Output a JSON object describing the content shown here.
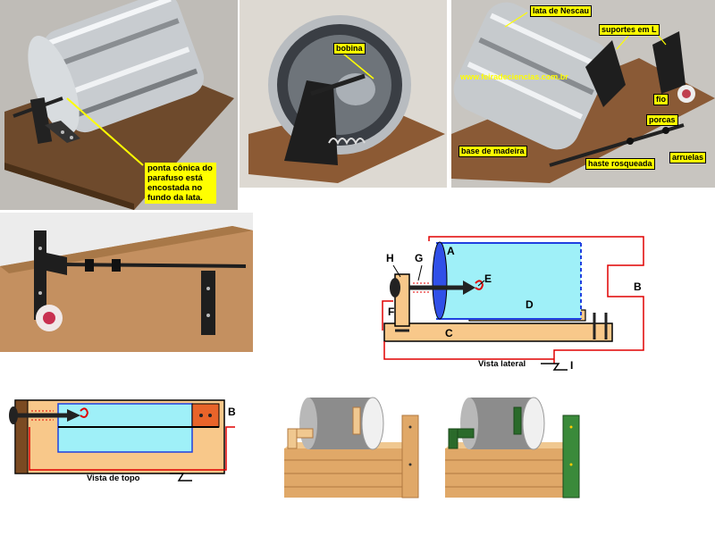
{
  "photo1": {
    "callout": "ponta cônica do parafuso está encostada no fundo da lata."
  },
  "photo2": {
    "label_bobina": "bobina"
  },
  "photo3": {
    "label_lata": "lata de Nescau",
    "label_suportes": "suportes em L",
    "url": "www.feiradeciencias.com.br",
    "label_fio": "fio",
    "label_porcas": "porcas",
    "label_base": "base de madeira",
    "label_haste": "haste rosqueada",
    "label_arruelas": "arruelas"
  },
  "side_view": {
    "label_A": "A",
    "label_B": "B",
    "label_C": "C",
    "label_D": "D",
    "label_E": "E",
    "label_F": "F",
    "label_G": "G",
    "label_H": "H",
    "label_I": "I",
    "caption": "Vista lateral"
  },
  "top_view": {
    "label_B": "B",
    "caption": "Vista de topo"
  },
  "colors": {
    "wood": "#f8c88a",
    "can": "#9ff0f8",
    "wire_red": "#e00000",
    "wire_blue": "#2040e0"
  }
}
